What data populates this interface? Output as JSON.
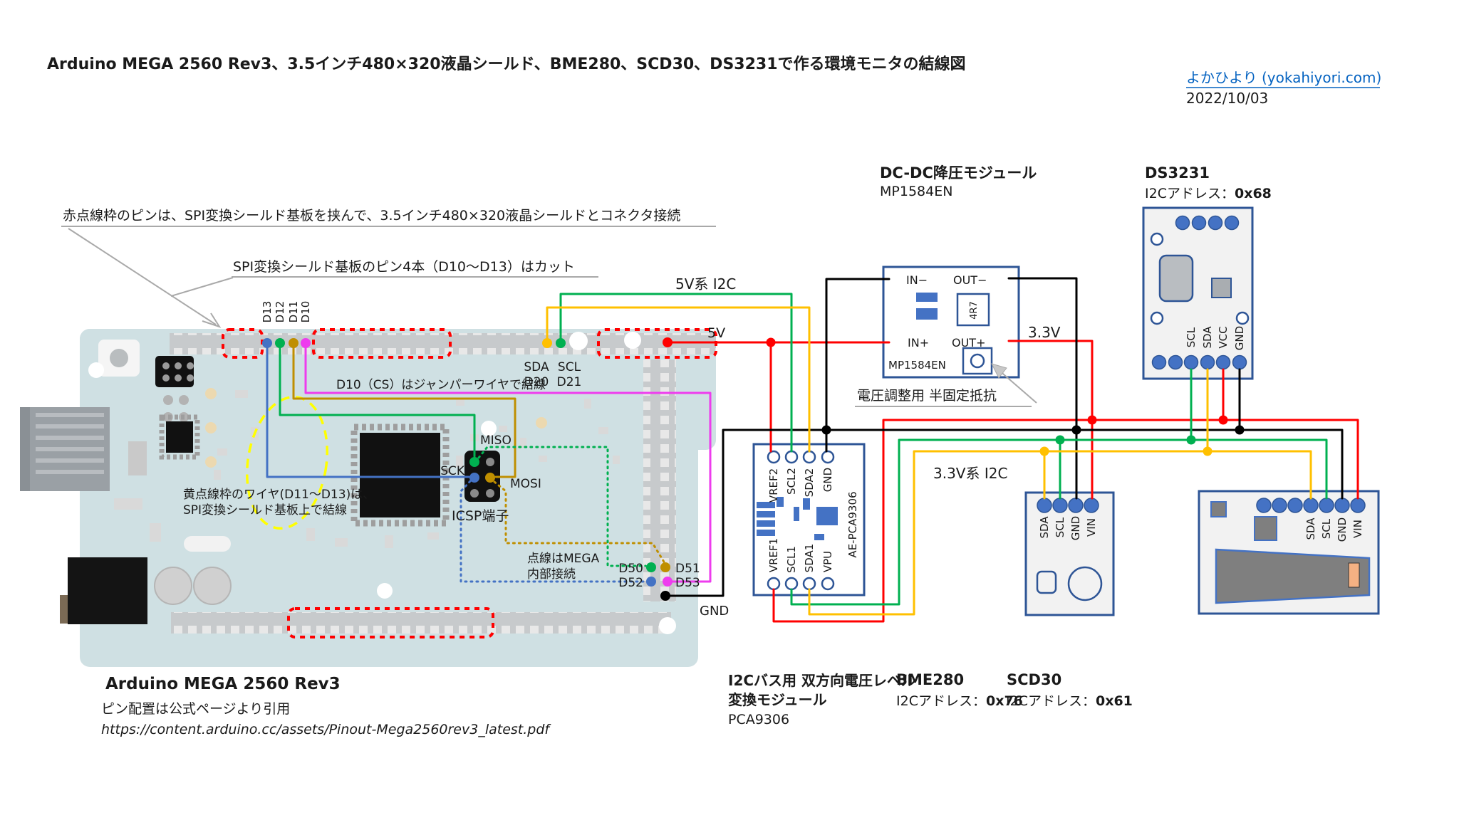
{
  "header": {
    "title": "Arduino MEGA 2560 Rev3、3.5インチ480×320液晶シールド、BME280、SCD30、DS3231で作る環境モニタの結線図",
    "link": "よかひより (yokahiyori.com)",
    "date": "2022/10/03"
  },
  "annotations": {
    "red_frame": "赤点線枠のピンは、SPI変換シールド基板を挟んで、3.5インチ480×320液晶シールドとコネクタ接続",
    "spi_cut": "SPI変換シールド基板のピン4本（D10〜D13）はカット",
    "d10_cs": "D10（CS）はジャンパーワイヤで結線",
    "yellow_frame_line1": "黄点線枠のワイヤ(D11〜D13)は、",
    "yellow_frame_line2": "SPI変換シールド基板上で結線",
    "dotted_line1": "点線はMEGA",
    "dotted_line2": "内部接続",
    "trimmer": "電圧調整用 半固定抵抗"
  },
  "nets": {
    "i2c_5v": "5V系 I2C",
    "v5": "5V",
    "v33": "3.3V",
    "i2c_3v3": "3.3V系 I2C",
    "gnd": "GND"
  },
  "arduino": {
    "pin_d13": "D13",
    "pin_d12": "D12",
    "pin_d11": "D11",
    "pin_d10": "D10",
    "pin_sda": "SDA",
    "pin_scl": "SCL",
    "pin_d20": "D20",
    "pin_d21": "D21",
    "pin_miso": "MISO",
    "pin_sck": "SCK",
    "pin_mosi": "MOSI",
    "icsp": "ICSP端子",
    "pin_d50": "D50",
    "pin_d51": "D51",
    "pin_d52": "D52",
    "pin_d53": "D53",
    "caption": "Arduino MEGA 2560 Rev3",
    "caption_note": "ピン配置は公式ページより引用",
    "caption_url": "https://content.arduino.cc/assets/Pinout-Mega2560rev3_latest.pdf"
  },
  "dcdc": {
    "title": "DC-DC降圧モジュール",
    "part": "MP1584EN",
    "pin_in_minus": "IN−",
    "pin_out_minus": "OUT−",
    "pin_in_plus": "IN+",
    "pin_out_plus": "OUT+",
    "inductor": "4R7",
    "chip": "MP1584EN"
  },
  "ds3231": {
    "title": "DS3231",
    "addr_label": "I2Cアドレス：",
    "addr": "0x68",
    "pin_scl": "SCL",
    "pin_sda": "SDA",
    "pin_vcc": "VCC",
    "pin_gnd": "GND"
  },
  "pca9306": {
    "board_label": "AE-PCA9306",
    "pin_vref2": "VREF2",
    "pin_scl2": "SCL2",
    "pin_sda2": "SDA2",
    "pin_gnd": "GND",
    "pin_vref1": "VREF1",
    "pin_scl1": "SCL1",
    "pin_sda1": "SDA1",
    "pin_vpu": "VPU",
    "caption_line1": "I2Cバス用 双方向電圧レベル",
    "caption_line2": "変換モジュール",
    "part": "PCA9306"
  },
  "bme280": {
    "title": "BME280",
    "addr_label": "I2Cアドレス：",
    "addr": "0x76",
    "pin_sda": "SDA",
    "pin_scl": "SCL",
    "pin_gnd": "GND",
    "pin_vin": "VIN"
  },
  "scd30": {
    "title": "SCD30",
    "addr_label": "I2Cアドレス：",
    "addr": "0x61",
    "pin_sda": "SDA",
    "pin_scl": "SCL",
    "pin_gnd": "GND",
    "pin_vin": "VIN"
  },
  "colors": {
    "wire_5v": "#ff0000",
    "wire_gnd": "#000000",
    "wire_scl": "#00b050",
    "wire_sda": "#ffc000",
    "wire_d13": "#4472c4",
    "wire_d12": "#00b050",
    "wire_d11": "#bf8f00",
    "wire_d10": "#ee3cee",
    "red_frame": "#ff0000",
    "yellow_frame": "#ffff00",
    "module_outline": "#2e5596",
    "pin_fill": "#4472c4",
    "board": "#cfe0e3",
    "link": "#0563c1"
  }
}
